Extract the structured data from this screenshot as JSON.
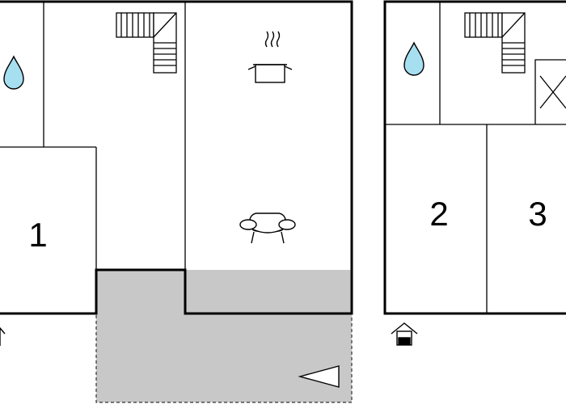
{
  "floor_plan": {
    "rooms": [
      {
        "label": "1"
      },
      {
        "label": "2"
      },
      {
        "label": "3"
      }
    ],
    "icons": [
      "water-drop-icon",
      "staircase-icon",
      "cooking-pot-icon",
      "sofa-icon",
      "entrance-arrow-icon",
      "terrace-direction-icon",
      "entrance-house-icon",
      "closed-shaft-icon"
    ],
    "colors": {
      "wall": "#000000",
      "terrace": "#c8c8c8",
      "water": "#a6dff0",
      "background": "#ffffff"
    }
  }
}
